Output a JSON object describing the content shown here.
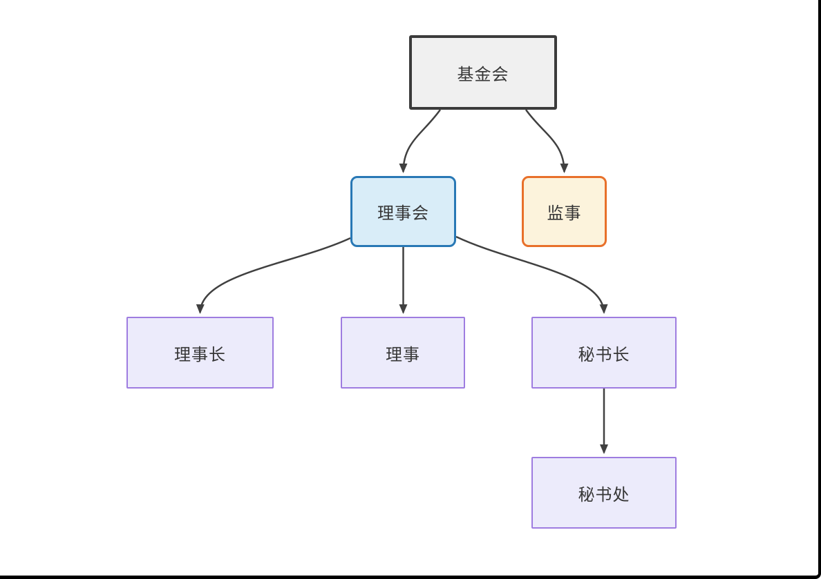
{
  "diagram": {
    "type": "org-chart",
    "background_color": "#ffffff",
    "frame_color": "#000000",
    "arrow_color": "#404040",
    "text_color": "#363636",
    "nodes": [
      {
        "id": "foundation",
        "label": "基金会",
        "fill": "#f0f0f0",
        "border_color": "#3b3b3b",
        "shape": "rect",
        "level": 1
      },
      {
        "id": "board",
        "label": "理事会",
        "fill": "#d9edf8",
        "border_color": "#2878b5",
        "shape": "rounded-rect",
        "level": 2
      },
      {
        "id": "supervisor",
        "label": "监事",
        "fill": "#fcf3dc",
        "border_color": "#e8702a",
        "shape": "rounded-rect",
        "level": 2
      },
      {
        "id": "chairman",
        "label": "理事长",
        "fill": "#ecebfb",
        "border_color": "#9e7ce0",
        "shape": "rect",
        "level": 3
      },
      {
        "id": "director",
        "label": "理事",
        "fill": "#ecebfb",
        "border_color": "#9e7ce0",
        "shape": "rect",
        "level": 3
      },
      {
        "id": "secretary_general",
        "label": "秘书长",
        "fill": "#ecebfb",
        "border_color": "#9e7ce0",
        "shape": "rect",
        "level": 3
      },
      {
        "id": "secretariat",
        "label": "秘书处",
        "fill": "#ecebfb",
        "border_color": "#9e7ce0",
        "shape": "rect",
        "level": 4
      }
    ],
    "edges": [
      {
        "from": "基金会",
        "to": "理事会",
        "style": "curved-arrow"
      },
      {
        "from": "基金会",
        "to": "监事",
        "style": "curved-arrow"
      },
      {
        "from": "理事会",
        "to": "理事长",
        "style": "curved-arrow"
      },
      {
        "from": "理事会",
        "to": "理事",
        "style": "straight-arrow"
      },
      {
        "from": "理事会",
        "to": "秘书长",
        "style": "curved-arrow"
      },
      {
        "from": "秘书长",
        "to": "秘书处",
        "style": "straight-arrow"
      }
    ]
  }
}
